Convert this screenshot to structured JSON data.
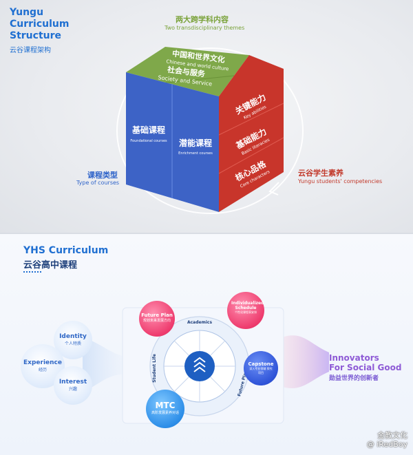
{
  "top": {
    "title_en": "Yungu\nCurriculum\nStructure",
    "title_cn": "云谷课程架构",
    "themes_cn": "两大跨学科内容",
    "themes_en": "Two transdisciplinary themes",
    "types_cn": "课程类型",
    "types_en": "Type of courses",
    "competencies_cn": "云谷学生素养",
    "competencies_en": "Yungu students' competencies",
    "cube": {
      "top_back_cn": "中国和世界文化",
      "top_back_en": "Chinese and world culture",
      "top_front_cn": "社会与服务",
      "top_front_en": "Society and Service",
      "front_left_cn": "基础课程",
      "front_left_en": "Foundational courses",
      "front_right_cn": "潜能课程",
      "front_right_en": "Enrichment courses",
      "side_1_cn": "关键能力",
      "side_1_en": "Key abilities",
      "side_2_cn": "基础能力",
      "side_2_en": "Basic literacies",
      "side_3_cn": "核心品格",
      "side_3_en": "Core characters",
      "colors": {
        "top": "#7fa84a",
        "front": "#3d63c6",
        "side": "#c8352b"
      }
    }
  },
  "bottom": {
    "title_en": "YHS Curriculum",
    "title_cn": "云谷高中课程",
    "left_bubbles": [
      {
        "en": "Identity",
        "cn": "个人特质"
      },
      {
        "en": "Experience",
        "cn": "经历"
      },
      {
        "en": "Interest",
        "cn": "兴趣"
      }
    ],
    "future_plan": {
      "en": "Future Plan",
      "cn": "规划未来发展方向"
    },
    "individual_schedule": {
      "en": "Individualized Schedule",
      "cn": "个性化课程表安排"
    },
    "capstone": {
      "en": "Capstone",
      "cn": "深入专业领域 探究项目"
    },
    "mtc": {
      "en": "MTC",
      "cn": "高阶发展素养对话"
    },
    "ring_labels": {
      "top": "Academics",
      "left": "Student Life",
      "right": "Future Planning"
    },
    "outcome_en": "Innovators\nFor Social Good",
    "outcome_cn": "勋益世界的创新者"
  },
  "watermark": "金教文化\n@ iRedBoy"
}
